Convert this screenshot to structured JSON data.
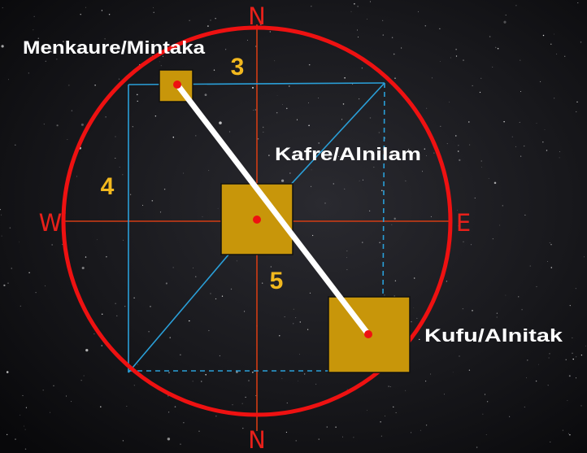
{
  "compass": {
    "north_top": "N",
    "north_bottom": "N",
    "west": "W",
    "east": "E"
  },
  "pyramids": {
    "menkaure": "Menkaure/Mintaka",
    "kafre": "Kafre/Alnilam",
    "kufu": "Kufu/Alnitak"
  },
  "numbers": {
    "top": "3",
    "left": "4",
    "diagonal": "5"
  },
  "colors": {
    "circle": "#ee1111",
    "axes": "#d23c14",
    "compass_text": "#e8201a",
    "blue_lines": "#2a9fd8",
    "pyramid_fill": "#c8960a",
    "pyramid_stroke": "#111111",
    "center_dot": "#ee1111",
    "alignment_line": "#ffffff",
    "number_text": "#f2b81e",
    "label_text": "#ffffff"
  }
}
